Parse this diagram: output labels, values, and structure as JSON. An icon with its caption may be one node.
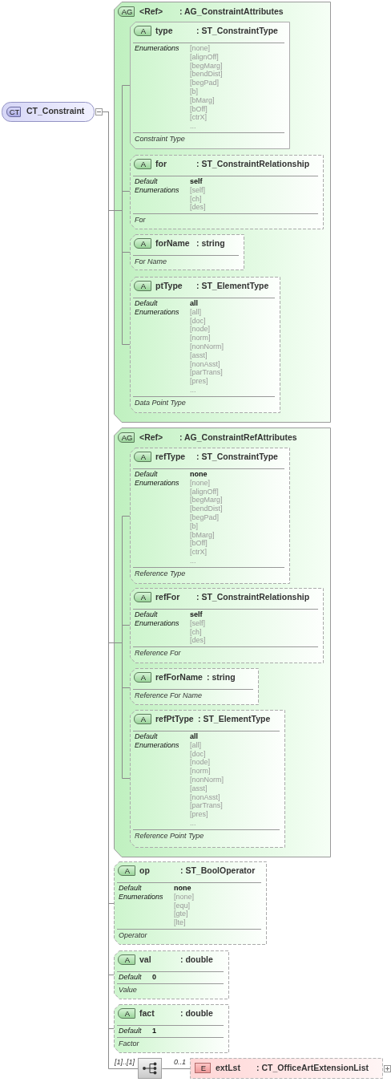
{
  "diagram": {
    "nodes": [
      {
        "text": [
          "CT",
          "CT_Constraint"
        ]
      },
      {
        "text": [
          "AG",
          "<Ref>",
          ": AG_ConstraintAttributes"
        ]
      },
      {
        "text": [
          "A",
          "type",
          ": ST_ConstraintType",
          "Enumerations",
          "[none]",
          "[alignOff]",
          "[begMarg]",
          "[bendDist]",
          "[begPad]",
          "[b]",
          "[bMarg]",
          "[bOff]",
          "[ctrX]",
          "...",
          "Constraint Type"
        ],
        "in": 1
      },
      {
        "text": [
          "A",
          "for",
          ": ST_ConstraintRelationship",
          "Default",
          "self",
          "Enumerations",
          "[self]",
          "[ch]",
          "[des]",
          "For"
        ],
        "in": 1
      },
      {
        "text": [
          "A",
          "forName",
          ": string",
          "For Name"
        ],
        "in": 1
      },
      {
        "text": [
          "A",
          "ptType",
          ": ST_ElementType",
          "Default",
          "all",
          "Enumerations",
          "[all]",
          "[doc]",
          "[node]",
          "[norm]",
          "[nonNorm]",
          "[asst]",
          "[nonAsst]",
          "[parTrans]",
          "[pres]",
          "...",
          "Data Point Type"
        ],
        "in": 1
      },
      {
        "text": [
          "AG",
          "<Ref>",
          ": AG_ConstraintRefAttributes"
        ]
      },
      {
        "text": [
          "A",
          "refType",
          ": ST_ConstraintType",
          "Default",
          "none",
          "Enumerations",
          "[none]",
          "[alignOff]",
          "[begMarg]",
          "[bendDist]",
          "[begPad]",
          "[b]",
          "[bMarg]",
          "[bOff]",
          "[ctrX]",
          "...",
          "Reference Type"
        ],
        "in": 6
      },
      {
        "text": [
          "A",
          "refFor",
          ": ST_ConstraintRelationship",
          "Default",
          "self",
          "Enumerations",
          "[self]",
          "[ch]",
          "[des]",
          "Reference For"
        ],
        "in": 6
      },
      {
        "text": [
          "A",
          "refForName",
          ": string",
          "Reference For Name"
        ],
        "in": 6
      },
      {
        "text": [
          "A",
          "refPtType",
          ": ST_ElementType",
          "Default",
          "all",
          "Enumerations",
          "[all]",
          "[doc]",
          "[node]",
          "[norm]",
          "[nonNorm]",
          "[asst]",
          "[nonAsst]",
          "[parTrans]",
          "[pres]",
          "...",
          "Reference Point Type"
        ],
        "in": 6
      },
      {
        "text": [
          "A",
          "op",
          ": ST_BoolOperator",
          "Default",
          "none",
          "Enumerations",
          "[none]",
          "[equ]",
          "[gte]",
          "[lte]",
          "Operator"
        ]
      },
      {
        "text": [
          "A",
          "val",
          ": double",
          "Default",
          "0",
          "Value"
        ]
      },
      {
        "text": [
          "A",
          "fact",
          ": double",
          "Default",
          "1",
          "Factor"
        ]
      },
      {
        "text": [],
        "shape": "box",
        "beside": [
          "[1]..[1]"
        ]
      },
      {
        "text": [
          "E",
          "extLst",
          ": CT_OfficeArtExtensionList"
        ]
      }
    ],
    "edges": [
      {
        "from": 0,
        "to": 1,
        "arrow": "none"
      },
      {
        "from": 1,
        "to": 2,
        "arrow": "none"
      },
      {
        "from": 1,
        "to": 3,
        "arrow": "none"
      },
      {
        "from": 1,
        "to": 4,
        "arrow": "none"
      },
      {
        "from": 1,
        "to": 5,
        "arrow": "none"
      },
      {
        "from": 0,
        "to": 6,
        "arrow": "none"
      },
      {
        "from": 6,
        "to": 7,
        "arrow": "none"
      },
      {
        "from": 6,
        "to": 8,
        "arrow": "none"
      },
      {
        "from": 6,
        "to": 9,
        "arrow": "none"
      },
      {
        "from": 6,
        "to": 10,
        "arrow": "none"
      },
      {
        "from": 0,
        "to": 11,
        "arrow": "none"
      },
      {
        "from": 0,
        "to": 12,
        "arrow": "none"
      },
      {
        "from": 0,
        "to": 13,
        "arrow": "none"
      },
      {
        "from": 0,
        "to": 14,
        "arrow": "none"
      },
      {
        "from": 14,
        "to": 15,
        "label": "0..1",
        "arrow": "none"
      }
    ]
  }
}
